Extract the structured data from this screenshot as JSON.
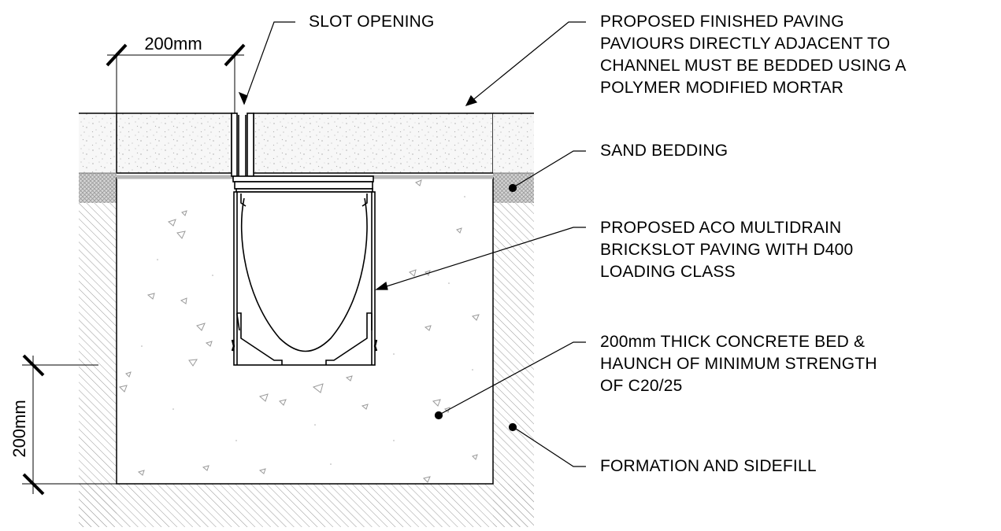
{
  "labels": {
    "slot_opening": "SLOT OPENING",
    "finished_paving": [
      "PROPOSED FINISHED PAVING",
      "PAVIOURS DIRECTLY ADJACENT TO",
      "CHANNEL MUST BE BEDDED USING A",
      "POLYMER MODIFIED MORTAR"
    ],
    "sand_bedding": "SAND BEDDING",
    "channel": [
      "PROPOSED ACO MULTIDRAIN",
      "BRICKSLOT PAVING WITH D400",
      "LOADING CLASS"
    ],
    "concrete_bed": [
      "200mm THICK CONCRETE BED &",
      "HAUNCH OF MINIMUM STRENGTH",
      "OF C20/25"
    ],
    "formation": "FORMATION AND SIDEFILL"
  },
  "dimensions": {
    "top_width": "200mm",
    "side_depth": "200mm"
  },
  "colors": {
    "line": "#000000",
    "paving_fill": "#f4f4f4",
    "sand_fill": "#c8c8c8",
    "hatch": "#9a9a9a"
  }
}
